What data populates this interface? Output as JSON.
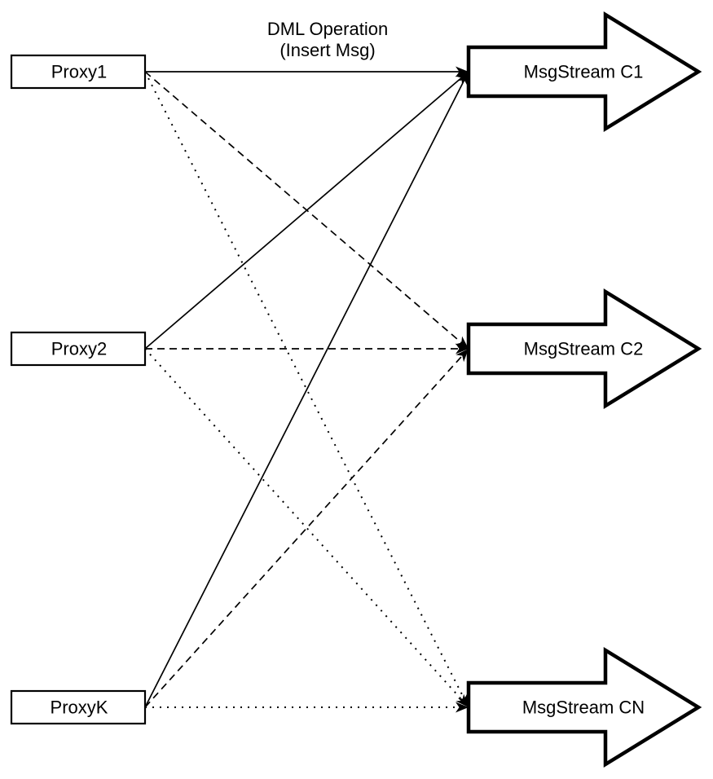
{
  "diagram": {
    "title_label": {
      "line1": "DML Operation",
      "line2": "(Insert Msg)"
    },
    "proxies": [
      {
        "id": "proxy1",
        "label": "Proxy1"
      },
      {
        "id": "proxy2",
        "label": "Proxy2"
      },
      {
        "id": "proxyk",
        "label": "ProxyK"
      }
    ],
    "streams": [
      {
        "id": "c1",
        "label": "MsgStream C1"
      },
      {
        "id": "c2",
        "label": "MsgStream C2"
      },
      {
        "id": "cn",
        "label": "MsgStream CN"
      }
    ],
    "edges": [
      {
        "from": "proxy1",
        "to": "c1",
        "style": "solid"
      },
      {
        "from": "proxy1",
        "to": "c2",
        "style": "dashed"
      },
      {
        "from": "proxy1",
        "to": "cn",
        "style": "dotted"
      },
      {
        "from": "proxy2",
        "to": "c1",
        "style": "solid"
      },
      {
        "from": "proxy2",
        "to": "c2",
        "style": "dashed"
      },
      {
        "from": "proxy2",
        "to": "cn",
        "style": "dotted"
      },
      {
        "from": "proxyk",
        "to": "c1",
        "style": "solid"
      },
      {
        "from": "proxyk",
        "to": "c2",
        "style": "dashed"
      },
      {
        "from": "proxyk",
        "to": "cn",
        "style": "dotted"
      }
    ],
    "edge_styles": {
      "solid": "none",
      "dashed": "9,6",
      "dotted": "2,7"
    },
    "colors": {
      "ink": "#000000",
      "paper": "#ffffff"
    }
  }
}
